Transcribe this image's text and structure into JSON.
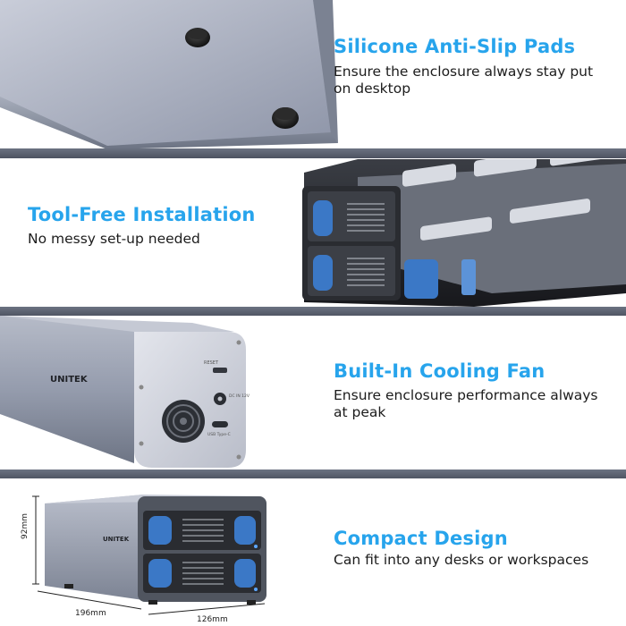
{
  "features": [
    {
      "title": "Silicone Anti-Slip Pads",
      "description": "Ensure the enclosure always stay put on desktop"
    },
    {
      "title": "Tool-Free Installation",
      "description": "No messy set-up needed"
    },
    {
      "title": "Built-In Cooling Fan",
      "description": "Ensure enclosure performance always at peak"
    },
    {
      "title": "Compact Design",
      "description": "Can fit into any desks or workspaces"
    }
  ],
  "product": {
    "brand": "UNITEK",
    "dimensions": {
      "height": "92mm",
      "length": "196mm",
      "width": "126mm"
    },
    "port_labels": {
      "reset": "RESET",
      "dc_in": "DC IN 12V",
      "usb": "USB Type-C"
    }
  },
  "colors": {
    "accent": "#27a4ec",
    "metal": "#8c93a4",
    "divider": "#5d6371",
    "bay_blue": "#3b78c6"
  }
}
